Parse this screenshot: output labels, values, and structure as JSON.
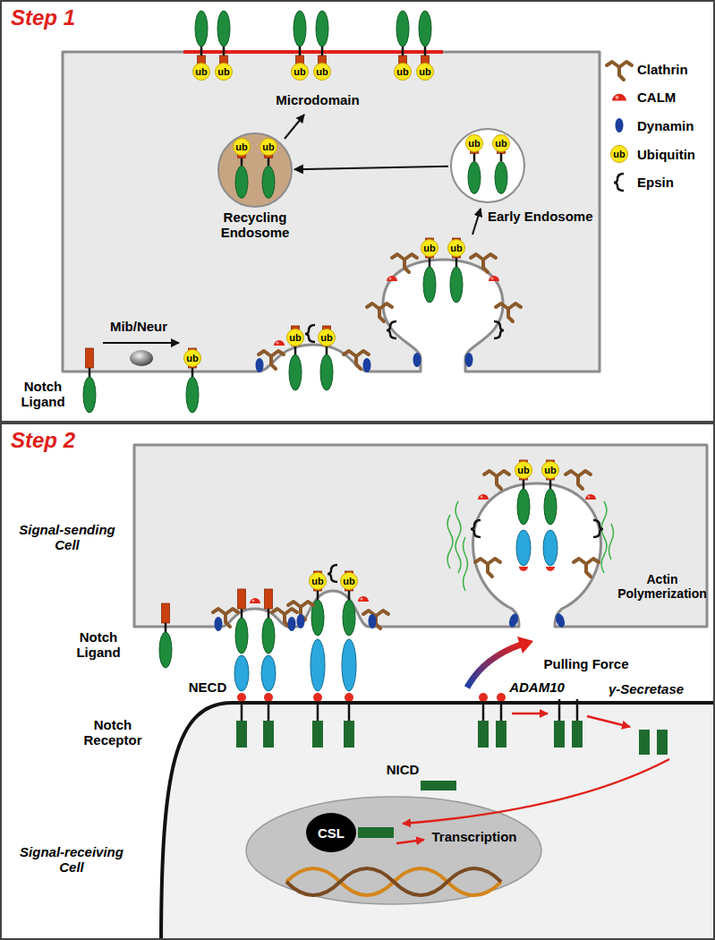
{
  "diagram": {
    "nodes": [
      {
        "text": [
          "Step 1"
        ]
      },
      {
        "text": [
          "Step 2"
        ]
      },
      {
        "text": [
          "Recycling Endosome"
        ],
        "in": 0
      },
      {
        "text": [
          "Early Endosome"
        ],
        "in": 0
      },
      {
        "text": [
          "CSL"
        ],
        "in": 1
      }
    ],
    "edges": [
      {
        "from": 3,
        "to": 2,
        "arrow": "to"
      }
    ],
    "labels": [
      "Microdomain",
      "ub",
      "ub",
      "ub",
      "ub",
      "ub",
      "ub",
      "ub",
      "ub",
      "ub",
      "ub",
      "Mib/Neur",
      "ub",
      "ub",
      "ub",
      "ub",
      "ub",
      "Notch Ligand",
      "ub",
      "Signal-sending Cell",
      "Notch Ligand",
      "ub",
      "ub",
      "ub",
      "ub",
      "Actin Polymerization",
      "NECD",
      "Notch Receptor",
      "Pulling Force",
      "ADAM10",
      "γ-Secretase",
      "NICD",
      "Transcription",
      "Signal-receiving Cell"
    ],
    "legend": [
      {
        "text": "Clathrin"
      },
      {
        "text": "CALM"
      },
      {
        "text": "Dynamin"
      },
      {
        "text": "Ubiquitin"
      },
      {
        "text": "Epsin"
      }
    ]
  }
}
